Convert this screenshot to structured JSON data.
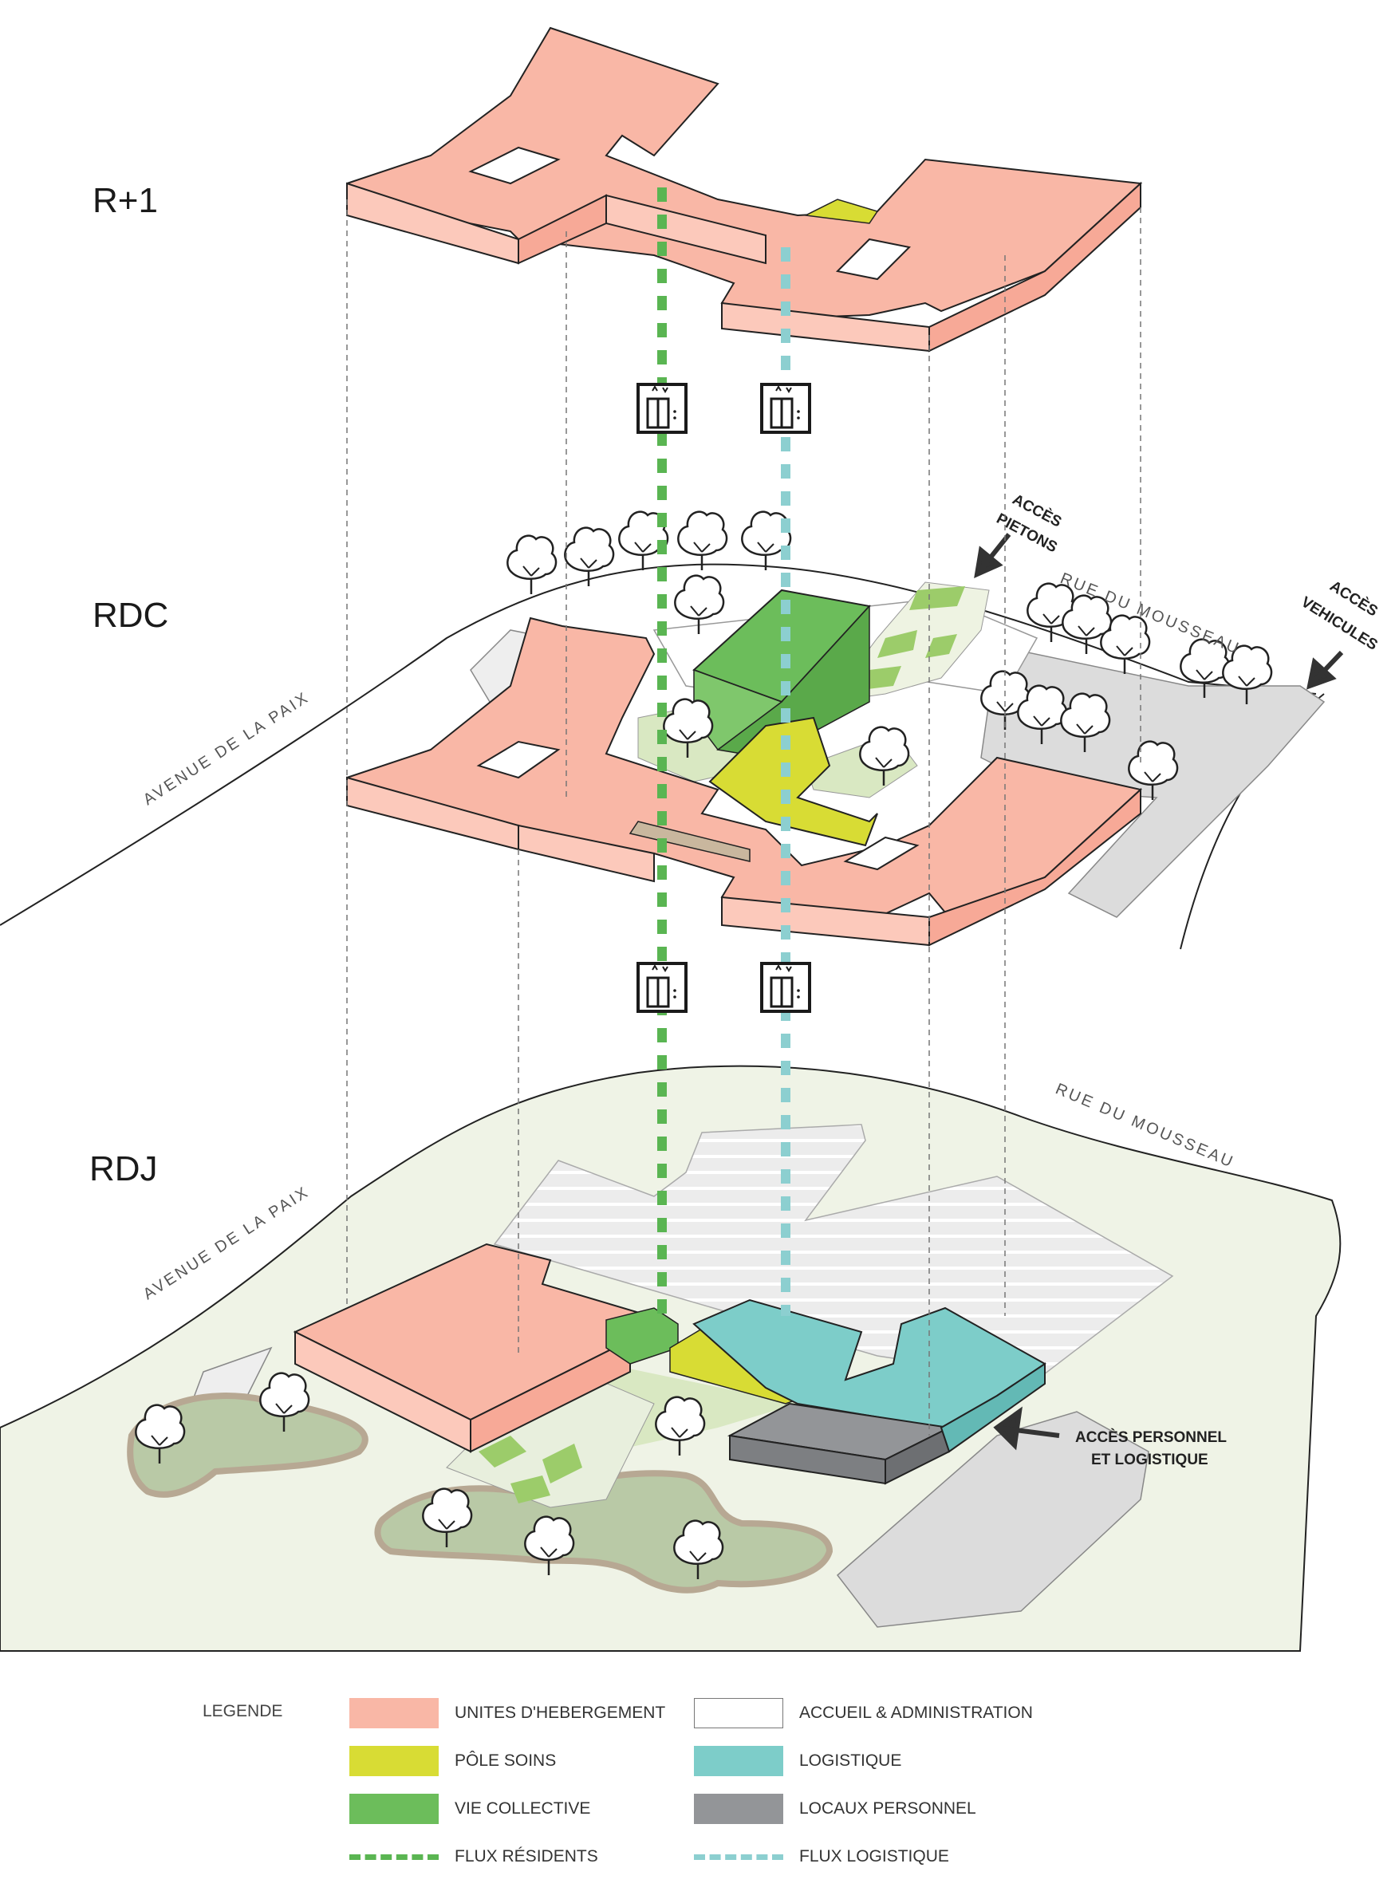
{
  "levels": {
    "upper": "R+1",
    "ground": "RDC",
    "garden": "RDJ"
  },
  "streets": {
    "rdc_rue": "RUE   DU   MOUSSEAU",
    "rdc_avenue": "AVENUE   DE   LA   PAIX",
    "rdj_rue": "RUE   DU   MOUSSEAU",
    "rdj_avenue": "AVENUE   DE   LA   PAIX"
  },
  "access_labels": {
    "pietons_line1": "ACCÈS",
    "pietons_line2": "PIETONS",
    "vehicules_line1": "ACCÈS",
    "vehicules_line2": "VEHICULES",
    "personnel_line1": "ACCÈS PERSONNEL",
    "personnel_line2": "ET LOGISTIQUE"
  },
  "legend": {
    "title": "LEGENDE",
    "items": [
      {
        "label": "UNITES D'HEBERGEMENT",
        "color": "#f9b7a6",
        "kind": "swatch"
      },
      {
        "label": "ACCUEIL & ADMINISTRATION",
        "color": "#ffffff",
        "kind": "swatch"
      },
      {
        "label": "PÔLE SOINS",
        "color": "#d8dc34",
        "kind": "swatch"
      },
      {
        "label": "LOGISTIQUE",
        "color": "#7dcdc9",
        "kind": "swatch"
      },
      {
        "label": "VIE COLLECTIVE",
        "color": "#6cbd5b",
        "kind": "swatch"
      },
      {
        "label": "LOCAUX PERSONNEL",
        "color": "#939598",
        "kind": "swatch"
      },
      {
        "label": "FLUX RÉSIDENTS",
        "color": "#5ab552",
        "kind": "dash"
      },
      {
        "label": "FLUX LOGISTIQUE",
        "color": "#8ccfd0",
        "kind": "dash"
      }
    ]
  },
  "colors": {
    "hebergement": "#f9b7a6",
    "hebergement_side": "#fcc9bb",
    "soins": "#d8dc34",
    "vie_collective": "#6cbd5b",
    "logistique": "#7dcdc9",
    "personnel": "#939598",
    "flux_residents": "#5ab552",
    "flux_logistique": "#8ccfd0",
    "site": "#eff3e6",
    "road": "#dcdcdc"
  },
  "icons": [
    "elevator-icon",
    "tree-icon",
    "arrow-icon"
  ]
}
